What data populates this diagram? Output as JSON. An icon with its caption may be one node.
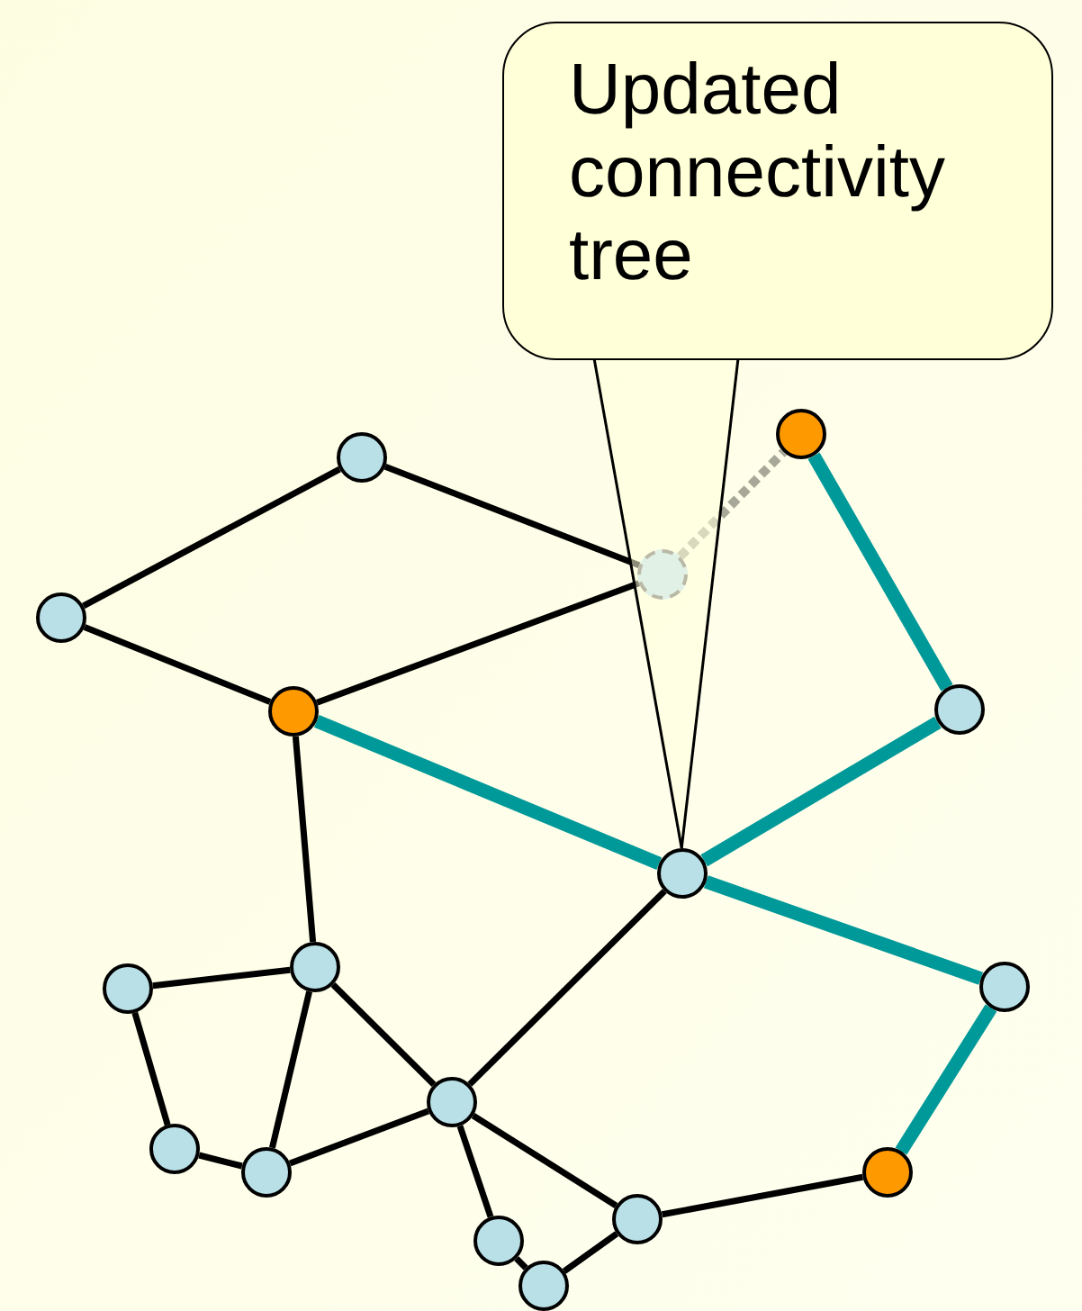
{
  "diagram": {
    "nodes": [
      {
        "text": [
          "Updated connectivity tree"
        ]
      },
      {
        "text": [],
        "shape": "circle"
      },
      {
        "text": [],
        "shape": "circle"
      },
      {
        "text": [],
        "shape": "circle"
      },
      {
        "text": [],
        "shape": "circle"
      },
      {
        "text": [],
        "shape": "circle"
      },
      {
        "text": [],
        "shape": "circle"
      },
      {
        "text": [],
        "shape": "circle"
      },
      {
        "text": [],
        "shape": "circle"
      },
      {
        "text": [],
        "shape": "circle"
      },
      {
        "text": [],
        "shape": "circle"
      },
      {
        "text": [],
        "shape": "circle"
      },
      {
        "text": [],
        "shape": "circle"
      },
      {
        "text": [],
        "shape": "circle"
      },
      {
        "text": [],
        "shape": "circle"
      },
      {
        "text": [],
        "shape": "circle"
      },
      {
        "text": [],
        "shape": "circle"
      },
      {
        "text": [],
        "shape": "circle"
      }
    ],
    "edges": [
      {
        "from": 0,
        "to": 7,
        "arrow": "none"
      },
      {
        "from": 2,
        "to": 4,
        "arrow": "none"
      },
      {
        "from": 2,
        "to": 3,
        "arrow": "none"
      },
      {
        "from": 4,
        "to": 5,
        "arrow": "none"
      },
      {
        "from": 5,
        "to": 3,
        "arrow": "none"
      },
      {
        "from": 3,
        "to": 1,
        "arrow": "none",
        "style": "dashed",
        "color": "#a8a898"
      },
      {
        "from": 1,
        "to": 6,
        "arrow": "none",
        "style": "thick",
        "color": "#009999"
      },
      {
        "from": 6,
        "to": 7,
        "arrow": "none",
        "style": "thick",
        "color": "#009999"
      },
      {
        "from": 5,
        "to": 7,
        "arrow": "none",
        "style": "thick",
        "color": "#009999"
      },
      {
        "from": 7,
        "to": 10,
        "arrow": "none",
        "style": "thick",
        "color": "#009999"
      },
      {
        "from": 10,
        "to": 14,
        "arrow": "none",
        "style": "thick",
        "color": "#009999"
      },
      {
        "from": 5,
        "to": 8,
        "arrow": "none"
      },
      {
        "from": 7,
        "to": 11,
        "arrow": "none"
      },
      {
        "from": 8,
        "to": 9,
        "arrow": "none"
      },
      {
        "from": 8,
        "to": 13,
        "arrow": "none"
      },
      {
        "from": 8,
        "to": 11,
        "arrow": "none"
      },
      {
        "from": 9,
        "to": 12,
        "arrow": "none"
      },
      {
        "from": 12,
        "to": 13,
        "arrow": "none"
      },
      {
        "from": 13,
        "to": 11,
        "arrow": "none"
      },
      {
        "from": 11,
        "to": 16,
        "arrow": "none"
      },
      {
        "from": 11,
        "to": 15,
        "arrow": "none"
      },
      {
        "from": 16,
        "to": 17,
        "arrow": "none"
      },
      {
        "from": 17,
        "to": 15,
        "arrow": "none"
      },
      {
        "from": 15,
        "to": 14,
        "arrow": "none"
      }
    ]
  }
}
